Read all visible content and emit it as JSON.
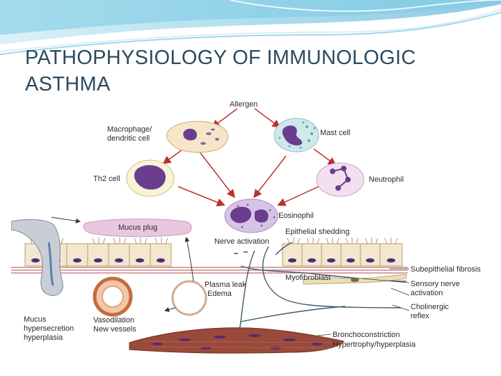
{
  "slide": {
    "title": "PATHOPHYSIOLOGY OF IMMUNOLOGIC ASTHMA"
  },
  "diagram": {
    "labels": {
      "allergen": "Allergen",
      "macrophage_line1": "Macrophage/",
      "macrophage_line2": "dendritic cell",
      "mast_cell": "Mast cell",
      "th2_cell": "Th2 cell",
      "neutrophil": "Neutrophil",
      "eosinophil": "Eosinophil",
      "mucus_plug": "Mucus plug",
      "epithelial_shedding": "Epithelial shedding",
      "nerve_activation": "Nerve activation",
      "subepithelial_fibrosis": "Subepithelial fibrosis",
      "myofibroblast": "Myofibroblast",
      "plasma_leak": "Plasma leak",
      "edema": "Edema",
      "sensory_nerve_line1": "Sensory nerve",
      "sensory_nerve_line2": "activation",
      "cholinergic_line1": "Cholinergic",
      "cholinergic_line2": "reflex",
      "mucus_line1": "Mucus",
      "mucus_line2": "hypersecretion",
      "mucus_line3": "hyperplasia",
      "vasodilation": "Vasodilation",
      "new_vessels": "New vessels",
      "bronchoconstriction": "Bronchoconstriction",
      "hypertrophy": "Hypertrophy/hyperplasia"
    },
    "colors": {
      "header_blue": "#5fb8d9",
      "title_text": "#2b4a5e",
      "arrow_red": "#b8322b",
      "nucleus_purple": "#6a3d8f",
      "mast_cell_fill": "#cfe9ea",
      "macrophage_fill": "#f6e6c9",
      "mucus_pink": "#e9c8df",
      "muscle_brown": "#9a4a3a",
      "nerve_blue": "#3d5a6b",
      "vessel_orange": "#d9805a"
    }
  }
}
